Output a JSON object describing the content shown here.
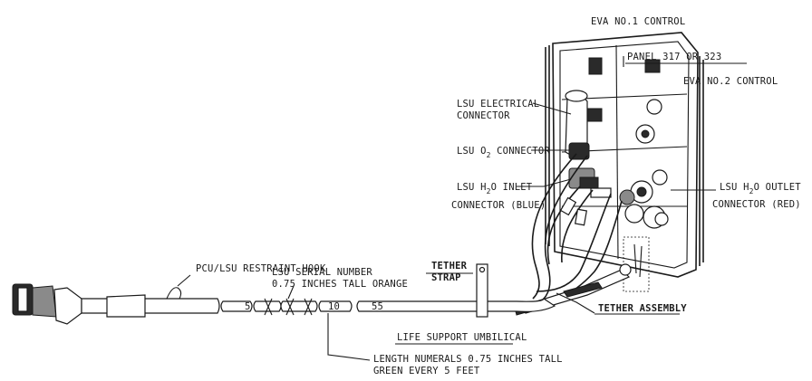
{
  "labels": {
    "eva1": "EVA NO.1 CONTROL",
    "panel": "PANEL 317 OR 323",
    "eva2": "EVA NO.2 CONTROL",
    "elec1": "LSU ELECTRICAL",
    "elec2": "CONNECTOR",
    "o2_a": "LSU O",
    "o2_sub": "2",
    "o2_b": " CONNECTOR",
    "inlet_a": "LSU H",
    "inlet_sub": "2",
    "inlet_b": "O INLET",
    "inlet2": "CONNECTOR (BLUE)",
    "outlet_a": "LSU H",
    "outlet_sub": "2",
    "outlet_b": "O OUTLET",
    "outlet2": "CONNECTOR (RED)",
    "hook": "PCU/LSU RESTRAINT HOOK",
    "serial1": "LSU SERIAL NUMBER",
    "serial2": "0.75 INCHES TALL ORANGE",
    "tether1": "TETHER",
    "tether2": "STRAP",
    "tether_asm": "TETHER ASSEMBLY",
    "umbilical": "LIFE SUPPORT UMBILICAL",
    "length1": "LENGTH NUMERALS 0.75 INCHES TALL",
    "length2": "GREEN EVERY 5 FEET",
    "num_5": "5",
    "num_10": "10",
    "num_55": "55"
  }
}
